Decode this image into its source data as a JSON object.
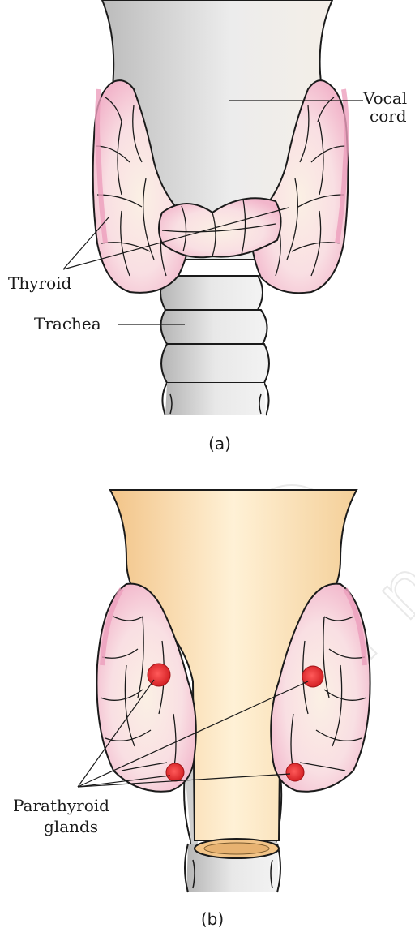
{
  "figure_a": {
    "caption": "(a)",
    "labels": {
      "vocal_cord_line1": "Vocal",
      "vocal_cord_line2": "cord",
      "thyroid": "Thyroid",
      "trachea": "Trachea"
    }
  },
  "figure_b": {
    "caption": "(b)",
    "labels": {
      "parathyroid_line1": "Parathyroid",
      "parathyroid_line2": "glands"
    }
  },
  "watermark": {
    "symbol": "©",
    "text": "NCERT not to be republished"
  },
  "colors": {
    "larynx_a": "#c8c8c8",
    "larynx_b": "#f5d19b",
    "thyroid_fill": "#f7d6de",
    "thyroid_edge": "#ec9fbd",
    "parathyroid": "#e3282b",
    "outline": "#1a1a1a"
  }
}
